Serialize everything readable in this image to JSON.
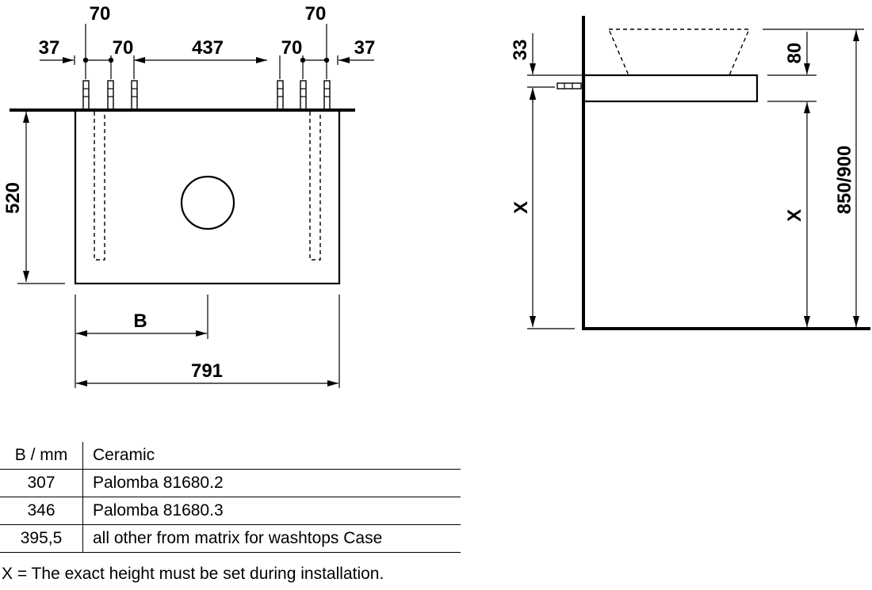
{
  "front_view": {
    "dim_70_left_top": "70",
    "dim_70_right_top": "70",
    "dim_37_left": "37",
    "dim_70_left_inner": "70",
    "dim_437": "437",
    "dim_70_right_inner": "70",
    "dim_37_right": "37",
    "dim_520": "520",
    "dim_b": "B",
    "dim_791": "791"
  },
  "side_view": {
    "dim_33": "33",
    "dim_80": "80",
    "dim_x_left": "X",
    "dim_x_right": "X",
    "dim_850_900": "850/900"
  },
  "table": {
    "header": {
      "col1": "B / mm",
      "col2": "Ceramic"
    },
    "rows": [
      {
        "b": "307",
        "ceramic": "Palomba 81680.2"
      },
      {
        "b": "346",
        "ceramic": "Palomba 81680.3"
      },
      {
        "b": "395,5",
        "ceramic": "all other from matrix for washtops Case"
      }
    ]
  },
  "note": "X = The exact height must be set during installation."
}
